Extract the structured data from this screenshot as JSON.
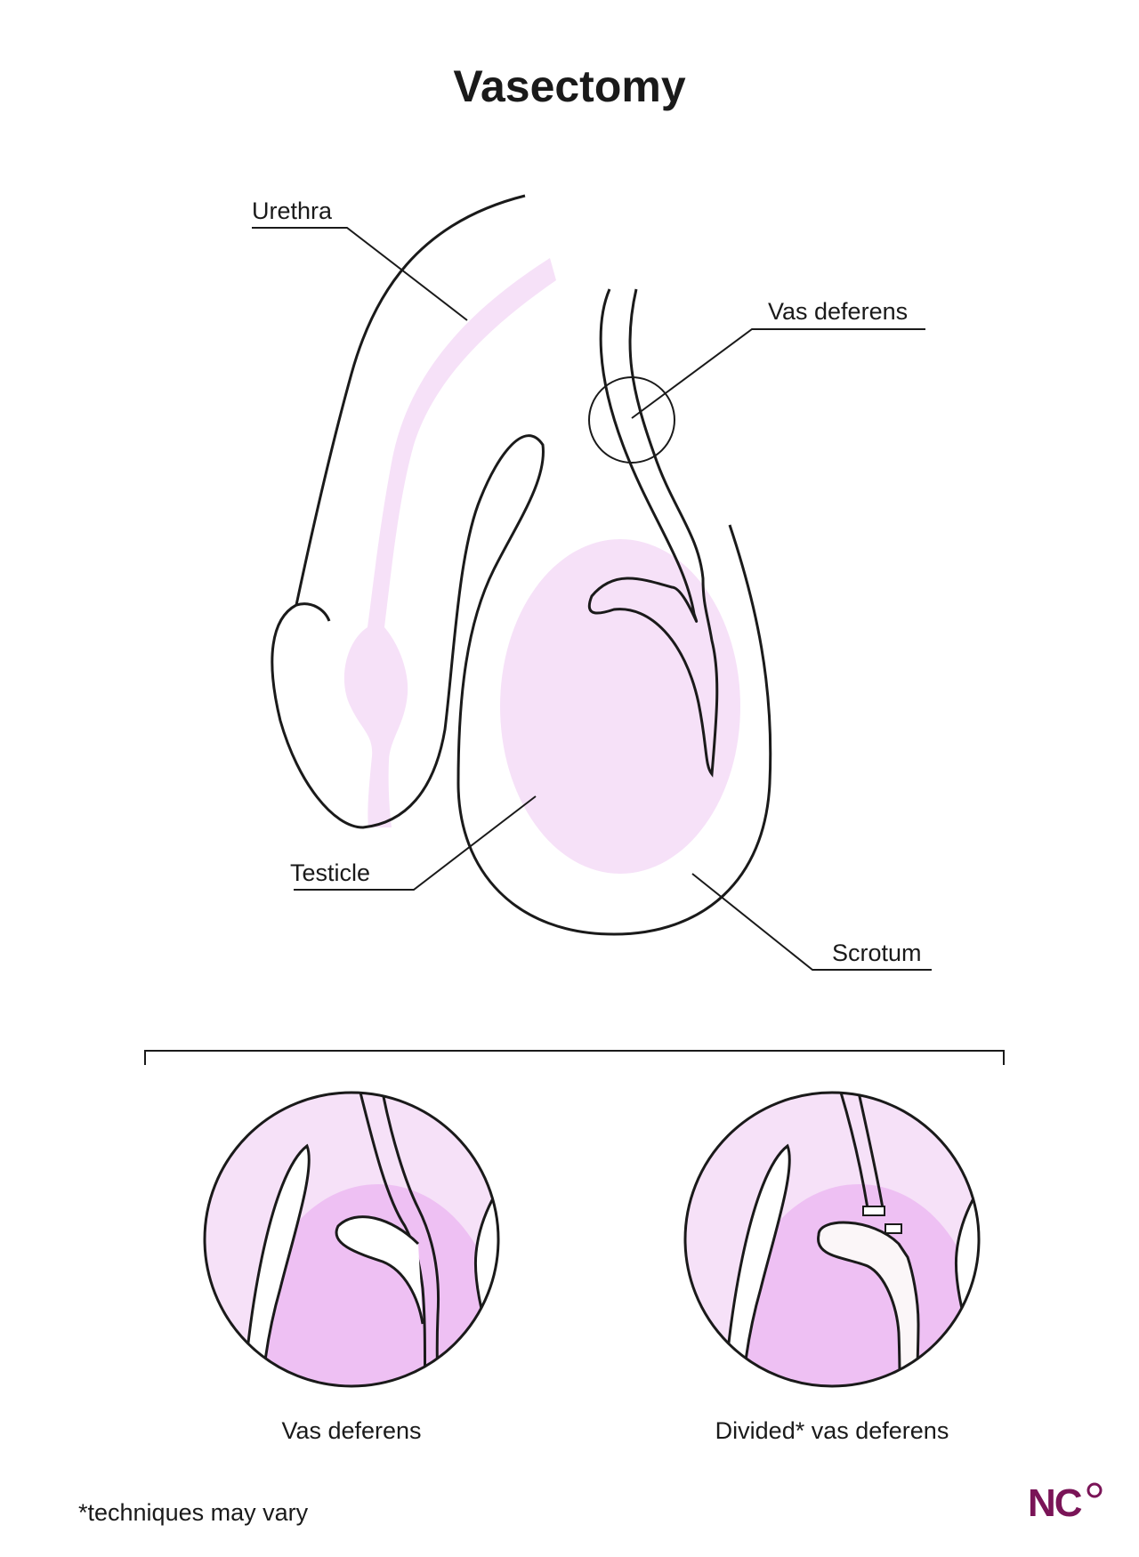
{
  "title": "Vasectomy",
  "labels": {
    "urethra": "Urethra",
    "vas_deferens": "Vas deferens",
    "testicle": "Testicle",
    "scrotum": "Scrotum"
  },
  "captions": {
    "left": "Vas deferens",
    "right": "Divided* vas deferens"
  },
  "footnote": "*techniques may vary",
  "logo": {
    "text": "NC",
    "color": "#7a1457"
  },
  "colors": {
    "outline": "#1a1a1a",
    "pink_light": "#f6e1f8",
    "pink_medium": "#eec0f3",
    "logo": "#7a1457"
  }
}
